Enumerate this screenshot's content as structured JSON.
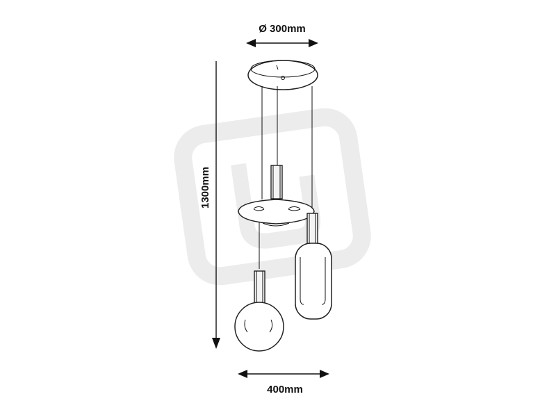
{
  "dimensions": {
    "canopy_diameter": "Ø 300mm",
    "height": "1300mm",
    "width": "400mm"
  },
  "icons": [
    "diameter-arrow-icon",
    "height-arrow-icon",
    "width-arrow-icon",
    "watermark-logo-icon"
  ],
  "colors": {
    "line": "#111111",
    "watermark": "#ededed",
    "background": "#ffffff"
  }
}
